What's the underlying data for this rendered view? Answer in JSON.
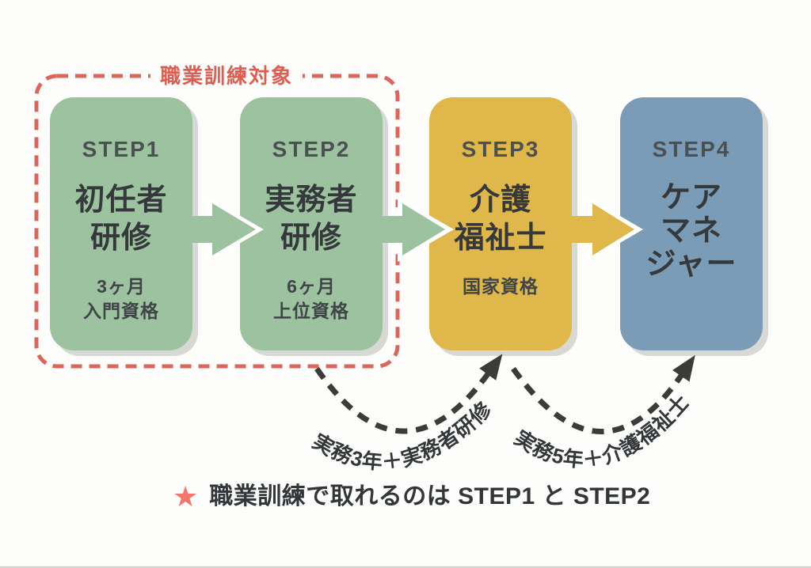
{
  "diagram": {
    "training_scope_label": "職業訓練対象",
    "steps": [
      {
        "step": "STEP1",
        "title_lines": [
          "初任者",
          "研修"
        ],
        "sub_lines": [
          "3ヶ月",
          "入門資格"
        ],
        "color": "#9dc29f"
      },
      {
        "step": "STEP2",
        "title_lines": [
          "実務者",
          "研修"
        ],
        "sub_lines": [
          "6ヶ月",
          "上位資格"
        ],
        "color": "#9dc29f"
      },
      {
        "step": "STEP3",
        "title_lines": [
          "介護",
          "福祉士"
        ],
        "sub_lines": [
          "国家資格"
        ],
        "color": "#e0b74a"
      },
      {
        "step": "STEP4",
        "title_lines": [
          "ケア",
          "マネ",
          "ジャー"
        ],
        "sub_lines": [],
        "color": "#7a9cb6"
      }
    ],
    "bypass_routes": [
      {
        "label": "実務3年＋実務者研修"
      },
      {
        "label": "実務5年＋介護福祉士"
      }
    ],
    "note": {
      "star": "★",
      "text": "職業訓練で取れるのは STEP1 と STEP2"
    }
  },
  "colors": {
    "step_green": "#9dc29f",
    "step_yellow": "#e0b74a",
    "step_blue": "#7a9cb6",
    "boundary_red": "#db675c",
    "arc_dark": "#3b3b39",
    "text_dark": "#35393b",
    "note_star_red": "#f3756c",
    "background": "#fdfdfb"
  }
}
